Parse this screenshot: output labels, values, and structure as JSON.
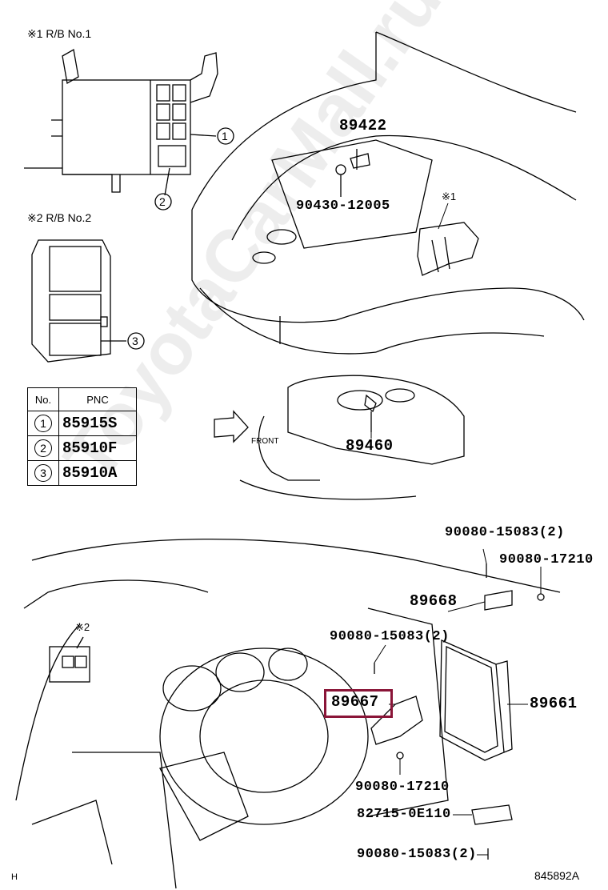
{
  "headings": {
    "rb1": "※1 R/B No.1",
    "rb2": "※2 R/B No.2"
  },
  "callouts": {
    "c1": "1",
    "c2": "2",
    "c3": "3",
    "star1": "※1",
    "star2": "※2"
  },
  "table": {
    "col_no": "No.",
    "col_pnc": "PNC",
    "rows": [
      {
        "no": "1",
        "pnc": "85915S"
      },
      {
        "no": "2",
        "pnc": "85910F"
      },
      {
        "no": "3",
        "pnc": "85910A"
      }
    ]
  },
  "front_label": "FRONT",
  "parts": {
    "p89422": "89422",
    "p90430": "90430-12005",
    "p89460": "89460",
    "p90080_15083_top": "90080-15083(2)",
    "p90080_17210_top": "90080-17210",
    "p89668": "89668",
    "p90080_15083_mid": "90080-15083(2)",
    "p89667": "89667",
    "p89661": "89661",
    "p90080_17210_bot": "90080-17210",
    "p82715": "82715-0E110",
    "p90080_15083_bot": "90080-15083(2)"
  },
  "corner_left": "H",
  "corner_right": "845892A",
  "watermark": "ToyotaCarMall.ru",
  "highlight_color": "#8a1538"
}
